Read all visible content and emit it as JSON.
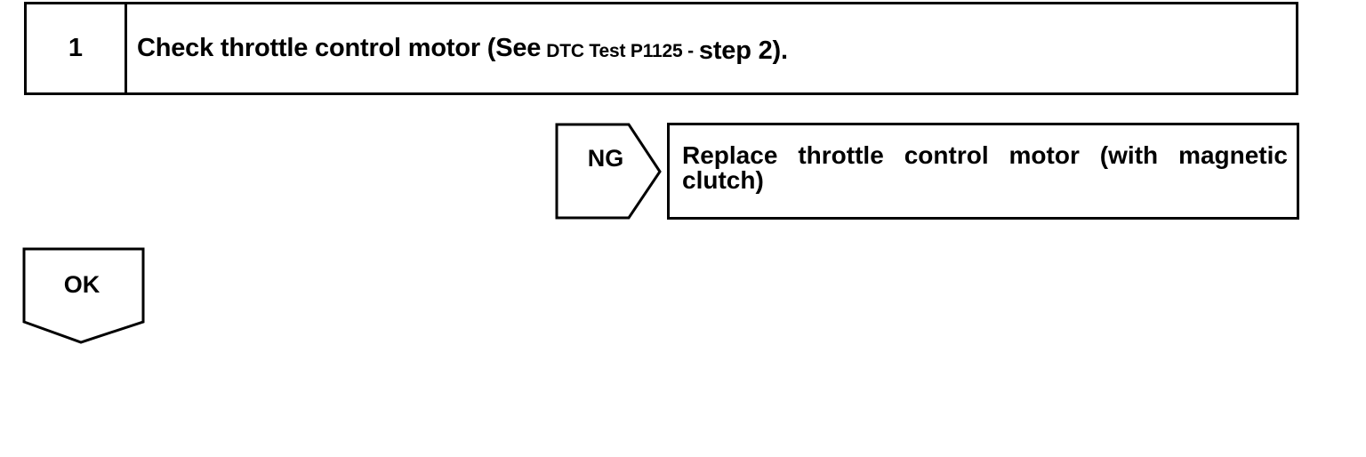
{
  "step": {
    "number": "1",
    "text_main": "Check throttle control motor (See",
    "text_ref": "DTC Test P1125 -",
    "text_end": "step 2)."
  },
  "ng_branch": {
    "label": "NG",
    "action": "Replace throttle control motor (with magnetic clutch)"
  },
  "ok_branch": {
    "label": "OK"
  }
}
